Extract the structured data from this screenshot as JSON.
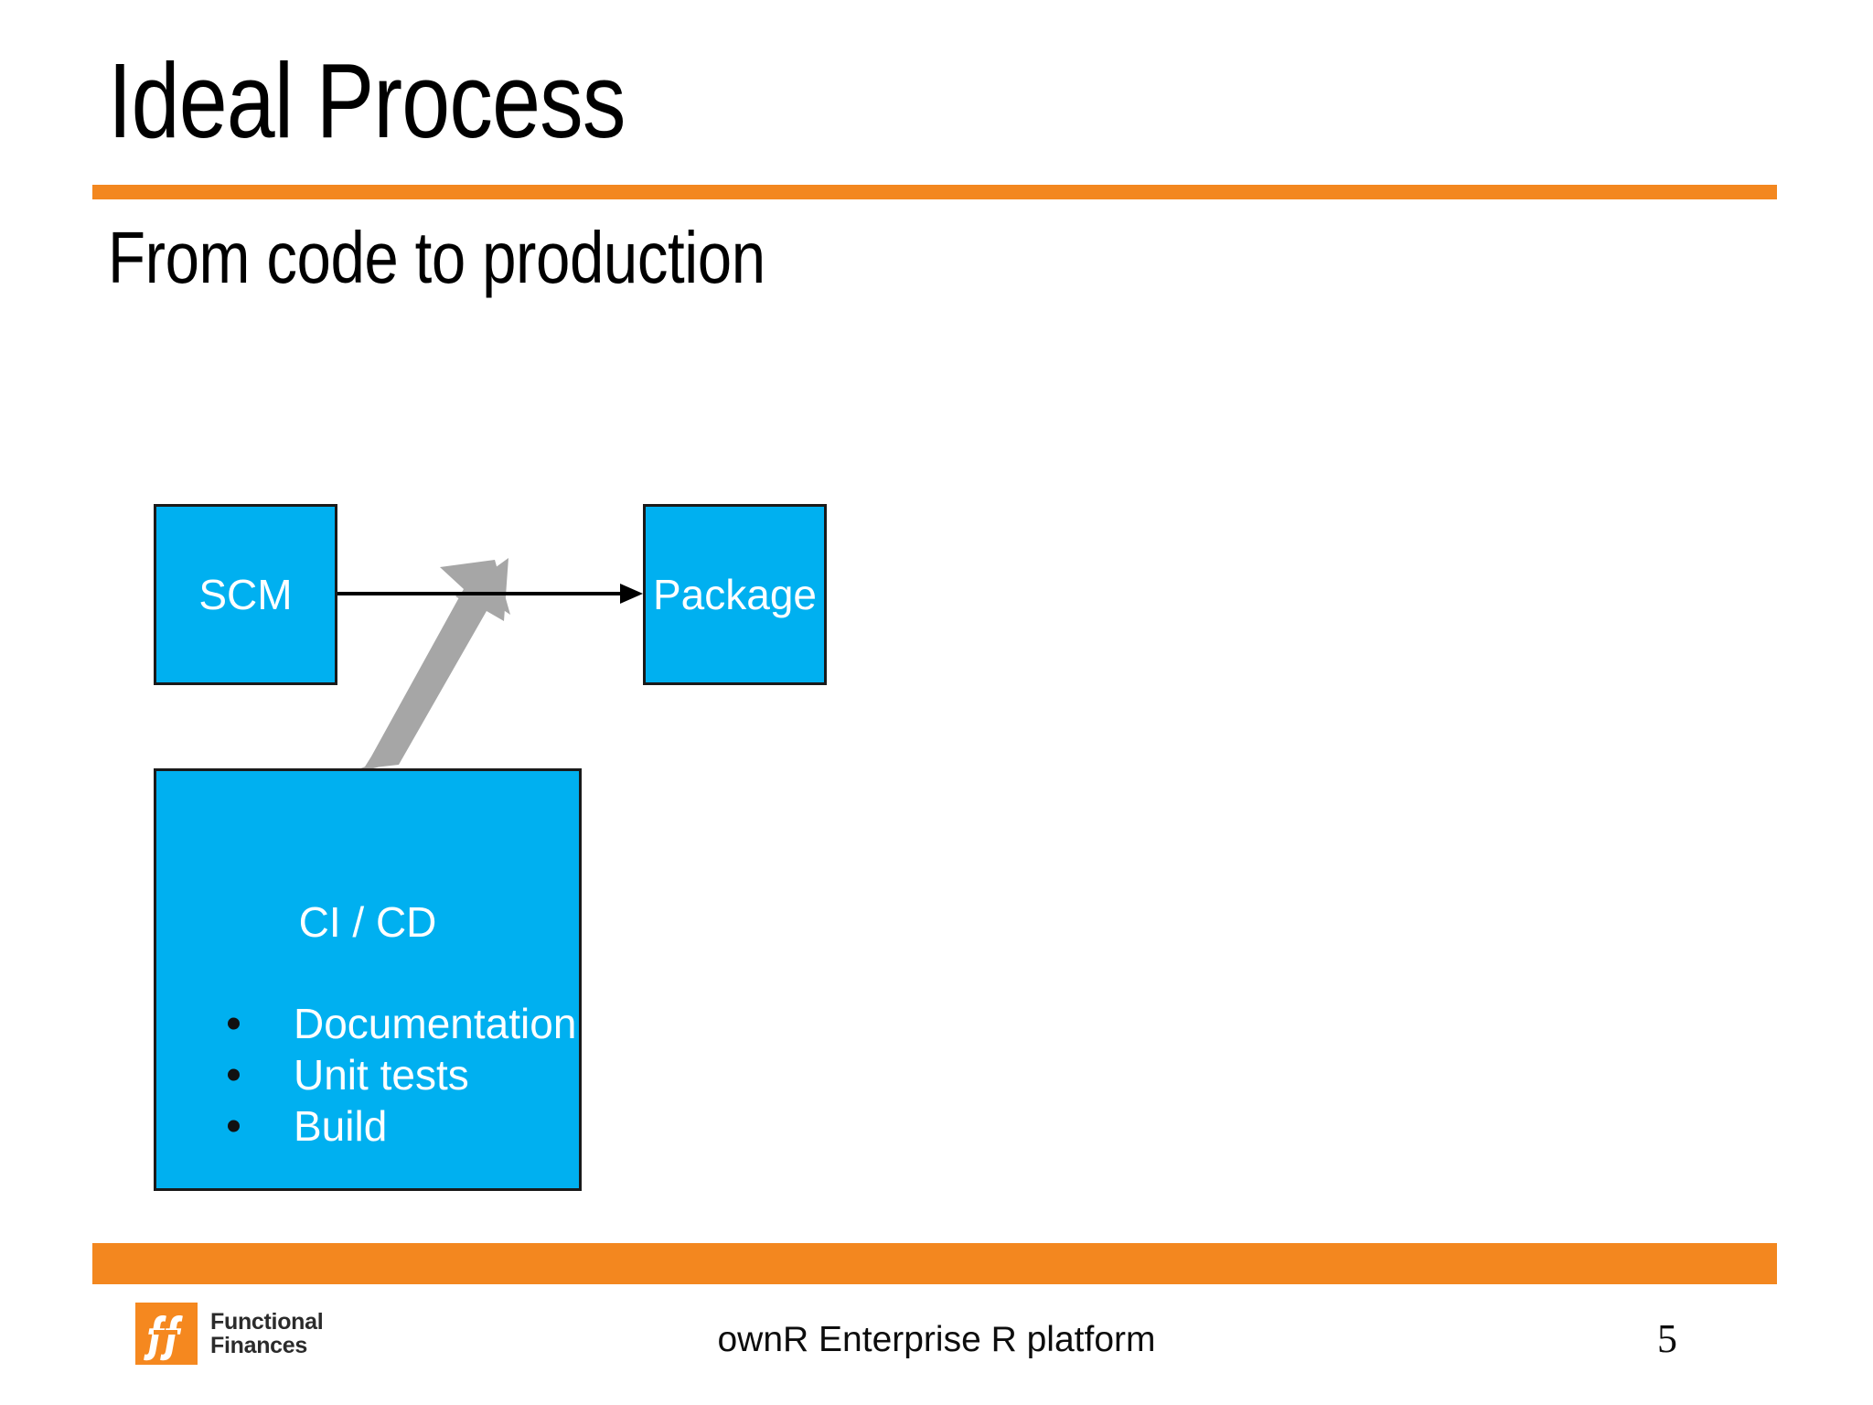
{
  "slide": {
    "title": "Ideal Process",
    "subtitle": "From code to production",
    "accent_color": "#F3871F",
    "node_fill_color": "#00B0F0",
    "node_text_color": "#FFFFFF"
  },
  "diagram": {
    "type": "flow",
    "nodes": [
      {
        "id": "scm",
        "label": "SCM"
      },
      {
        "id": "package",
        "label": "Package"
      },
      {
        "id": "cicd",
        "label": "CI / CD",
        "items": [
          "Documentation",
          "Unit tests",
          "Build"
        ]
      }
    ],
    "connectors": [
      {
        "from": "scm",
        "to": "package",
        "style": "thin-black-arrow"
      },
      {
        "from": "cicd",
        "to": "scm-package-link",
        "style": "thick-gray-block-arrow"
      }
    ]
  },
  "footer": {
    "logo_line1": "Functional",
    "logo_line2": "Finances",
    "logo_mark_glyph": "ff-ligature-icon",
    "center_text": "ownR Enterprise R platform",
    "page_number": "5"
  }
}
